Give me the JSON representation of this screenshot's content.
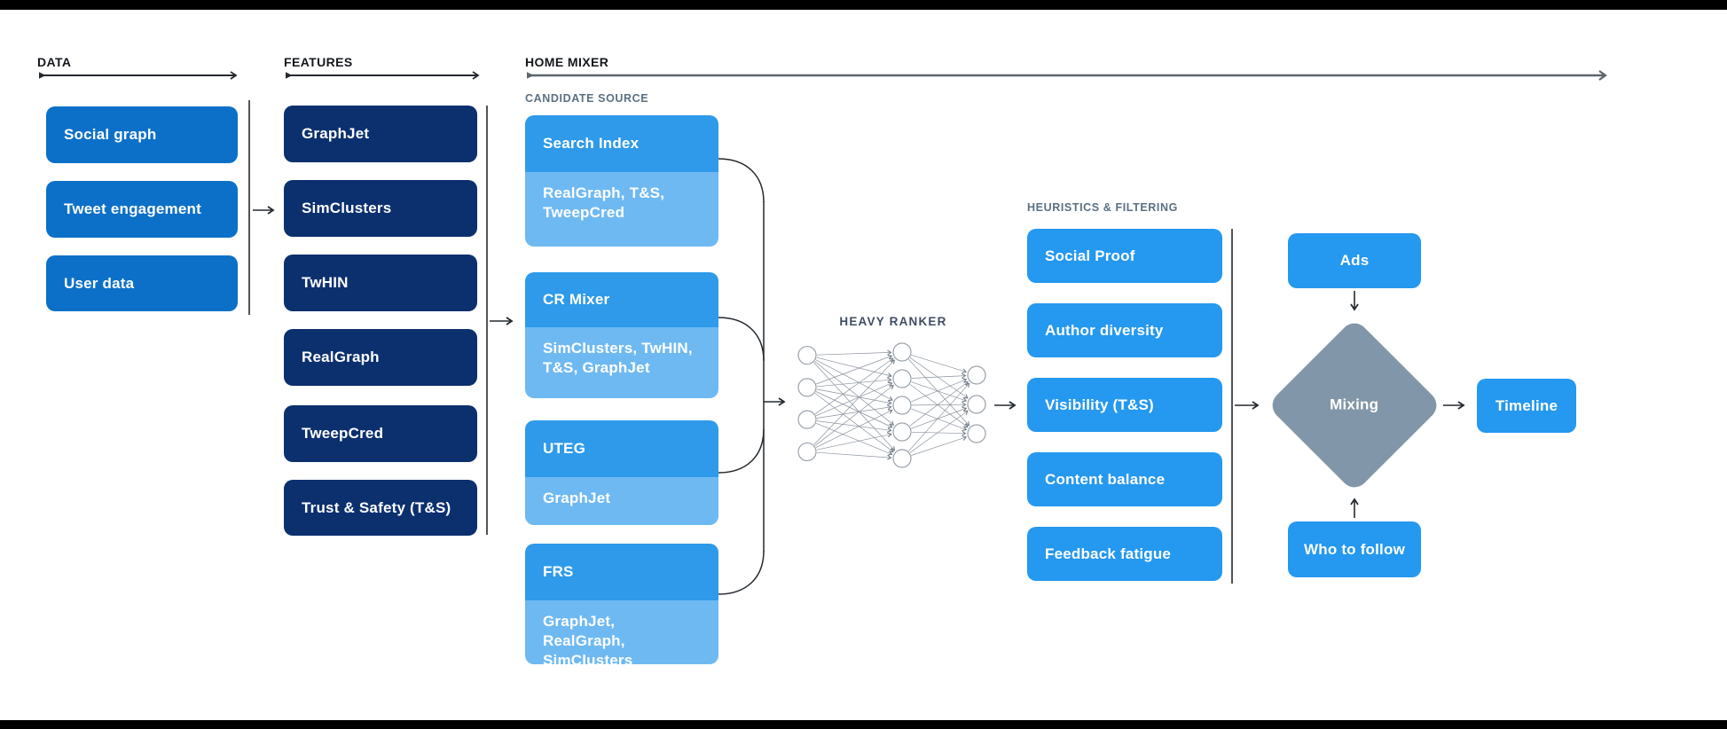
{
  "colors": {
    "data_box": "#0D70C8",
    "feature_box": "#0C306E",
    "source_header": "#2E9AE9",
    "source_sub": "#6FB9F2",
    "heuristic_box": "#2598EF",
    "diamond": "#8196A8",
    "label_muted": "#5B7083",
    "label_dark": "#14181D",
    "ranker_label": "#3F4D63"
  },
  "headers": {
    "data": "DATA",
    "features": "FEATURES",
    "home_mixer": "HOME MIXER"
  },
  "data_column": {
    "items": [
      "Social graph",
      "Tweet engagement",
      "User data"
    ]
  },
  "features_column": {
    "items": [
      "GraphJet",
      "SimClusters",
      "TwHIN",
      "RealGraph",
      "TweepCred",
      "Trust & Safety (T&S)"
    ]
  },
  "candidate_source": {
    "label": "CANDIDATE SOURCE",
    "groups": [
      {
        "title": "Search Index",
        "sources": "RealGraph, T&S, TweepCred"
      },
      {
        "title": "CR Mixer",
        "sources": "SimClusters, TwHIN, T&S, GraphJet"
      },
      {
        "title": "UTEG",
        "sources": "GraphJet"
      },
      {
        "title": "FRS",
        "sources": "GraphJet, RealGraph, SimClusters"
      }
    ]
  },
  "heavy_ranker": {
    "label": "HEAVY RANKER",
    "network": {
      "layers": [
        4,
        5,
        3
      ]
    }
  },
  "heuristics": {
    "label": "HEURISTICS & FILTERING",
    "items": [
      "Social Proof",
      "Author diversity",
      "Visibility (T&S)",
      "Content balance",
      "Feedback fatigue"
    ]
  },
  "output_stage": {
    "ads": "Ads",
    "mixing": "Mixing",
    "who_to_follow": "Who to follow",
    "timeline": "Timeline"
  }
}
